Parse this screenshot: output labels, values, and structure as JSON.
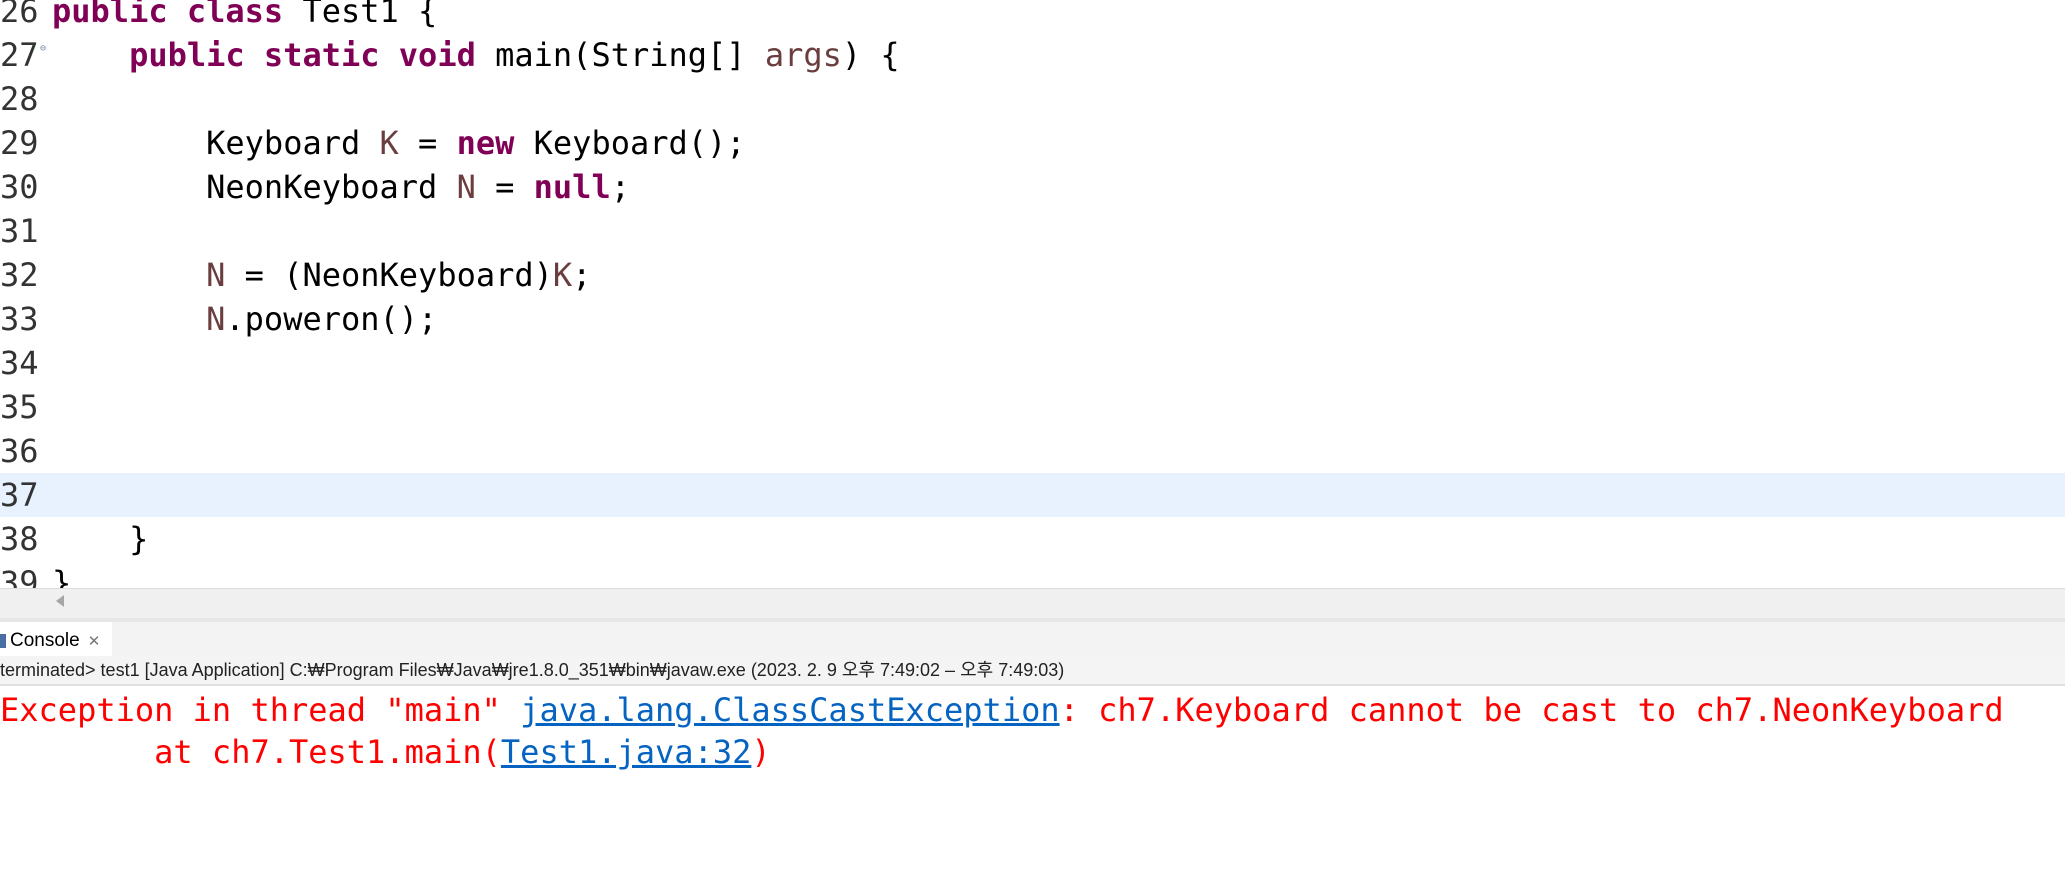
{
  "editor": {
    "lines": [
      {
        "num": "26",
        "tokens": [
          [
            "kw",
            "public "
          ],
          [
            "kw",
            "class "
          ],
          [
            "t",
            "Test1 {"
          ]
        ]
      },
      {
        "num": "27",
        "tokens": [
          [
            "t",
            "    "
          ],
          [
            "kw",
            "public "
          ],
          [
            "kw",
            "static "
          ],
          [
            "kw",
            "void "
          ],
          [
            "t",
            "main(String[] "
          ],
          [
            "var",
            "args"
          ],
          [
            "t",
            ") {"
          ]
        ]
      },
      {
        "num": "28",
        "tokens": []
      },
      {
        "num": "29",
        "tokens": [
          [
            "t",
            "        Keyboard "
          ],
          [
            "var",
            "K"
          ],
          [
            "t",
            " = "
          ],
          [
            "kw",
            "new"
          ],
          [
            "t",
            " Keyboard();"
          ]
        ]
      },
      {
        "num": "30",
        "tokens": [
          [
            "t",
            "        NeonKeyboard "
          ],
          [
            "var",
            "N"
          ],
          [
            "t",
            " = "
          ],
          [
            "kw",
            "null"
          ],
          [
            "t",
            ";"
          ]
        ]
      },
      {
        "num": "31",
        "tokens": []
      },
      {
        "num": "32",
        "tokens": [
          [
            "t",
            "        "
          ],
          [
            "var",
            "N"
          ],
          [
            "t",
            " = (NeonKeyboard)"
          ],
          [
            "var",
            "K"
          ],
          [
            "t",
            ";"
          ]
        ]
      },
      {
        "num": "33",
        "tokens": [
          [
            "t",
            "        "
          ],
          [
            "var",
            "N"
          ],
          [
            "t",
            ".poweron();"
          ]
        ]
      },
      {
        "num": "34",
        "tokens": []
      },
      {
        "num": "35",
        "tokens": []
      },
      {
        "num": "36",
        "tokens": []
      },
      {
        "num": "37",
        "tokens": [],
        "current": true
      },
      {
        "num": "38",
        "tokens": [
          [
            "t",
            "    }"
          ]
        ]
      },
      {
        "num": "39",
        "tokens": [
          [
            "t",
            "}"
          ]
        ]
      }
    ],
    "fold_marker": "⊖"
  },
  "console": {
    "tab_label": "Console",
    "tab_close": "✕",
    "status": "terminated> test1 [Java Application] C:₩Program Files₩Java₩jre1.8.0_351₩bin₩javaw.exe  (2023. 2. 9 오후 7:49:02 – 오후 7:49:03)",
    "line1_prefix": "Exception in thread \"main\" ",
    "line1_link": "java.lang.ClassCastException",
    "line1_suffix": ": ch7.Keyboard cannot be cast to ch7.NeonKeyboard",
    "line2_prefix": "        at ch7.Test1.main(",
    "line2_link": "Test1.java:32",
    "line2_suffix": ")"
  },
  "colors": {
    "keyword": "#7f0055",
    "variable": "#6a3e3e",
    "error": "#ff0000",
    "link": "#0563c1",
    "current_line": "#e8f2fe"
  }
}
